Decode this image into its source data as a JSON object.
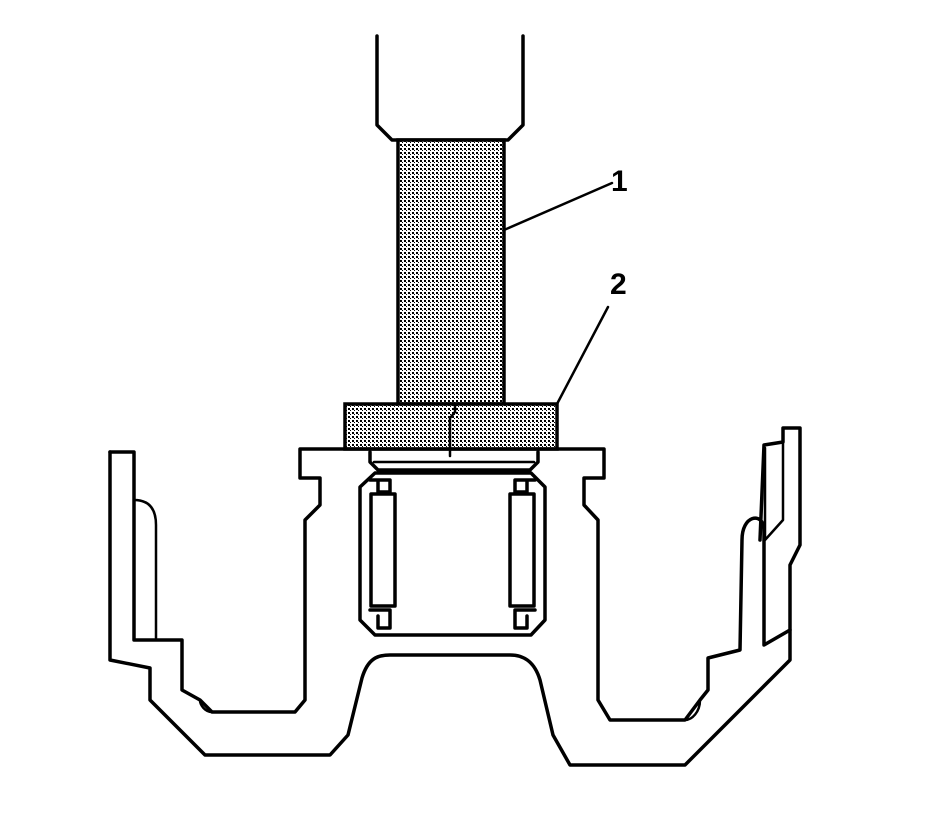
{
  "diagram": {
    "callouts": [
      {
        "id": "1",
        "label": "1"
      },
      {
        "id": "2",
        "label": "2"
      }
    ],
    "colors": {
      "line": "#000000",
      "background": "#ffffff",
      "stipple": "#000000"
    }
  }
}
